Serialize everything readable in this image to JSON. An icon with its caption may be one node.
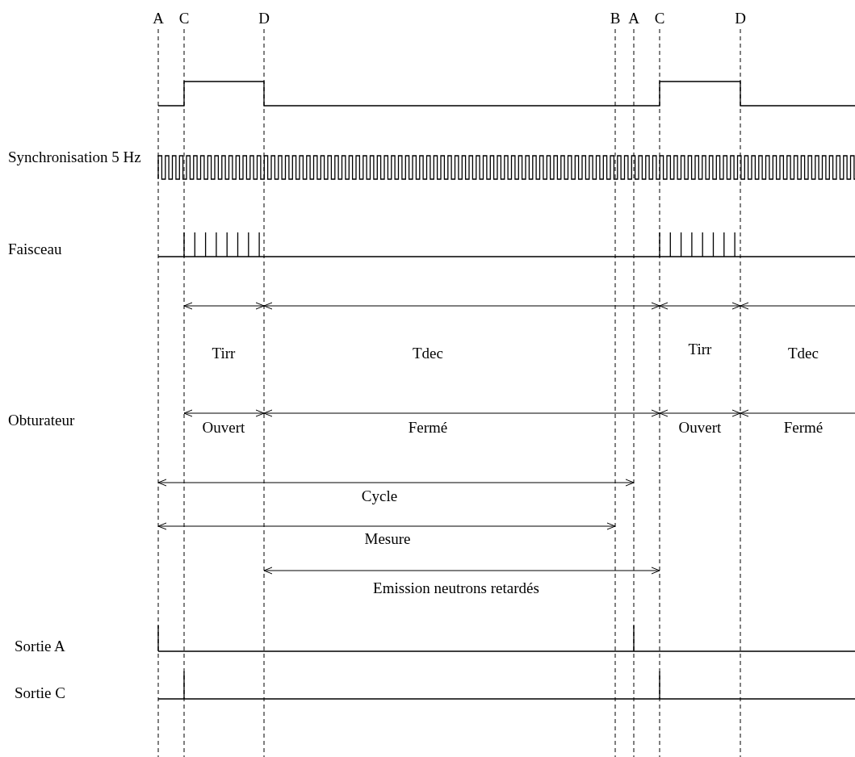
{
  "diagram": {
    "labels": [
      "A",
      "C",
      "D",
      "B",
      "A",
      "C",
      "D",
      "Synchronisation 5 Hz",
      "Faisceau",
      "Tirr",
      "Tdec",
      "Tirr",
      "Tdec",
      "Obturateur",
      "Ouvert",
      "Fermé",
      "Ouvert",
      "Fermé",
      "Cycle",
      "Mesure",
      "Emission neutrons retardés",
      "Sortie A",
      "Sortie C"
    ]
  }
}
